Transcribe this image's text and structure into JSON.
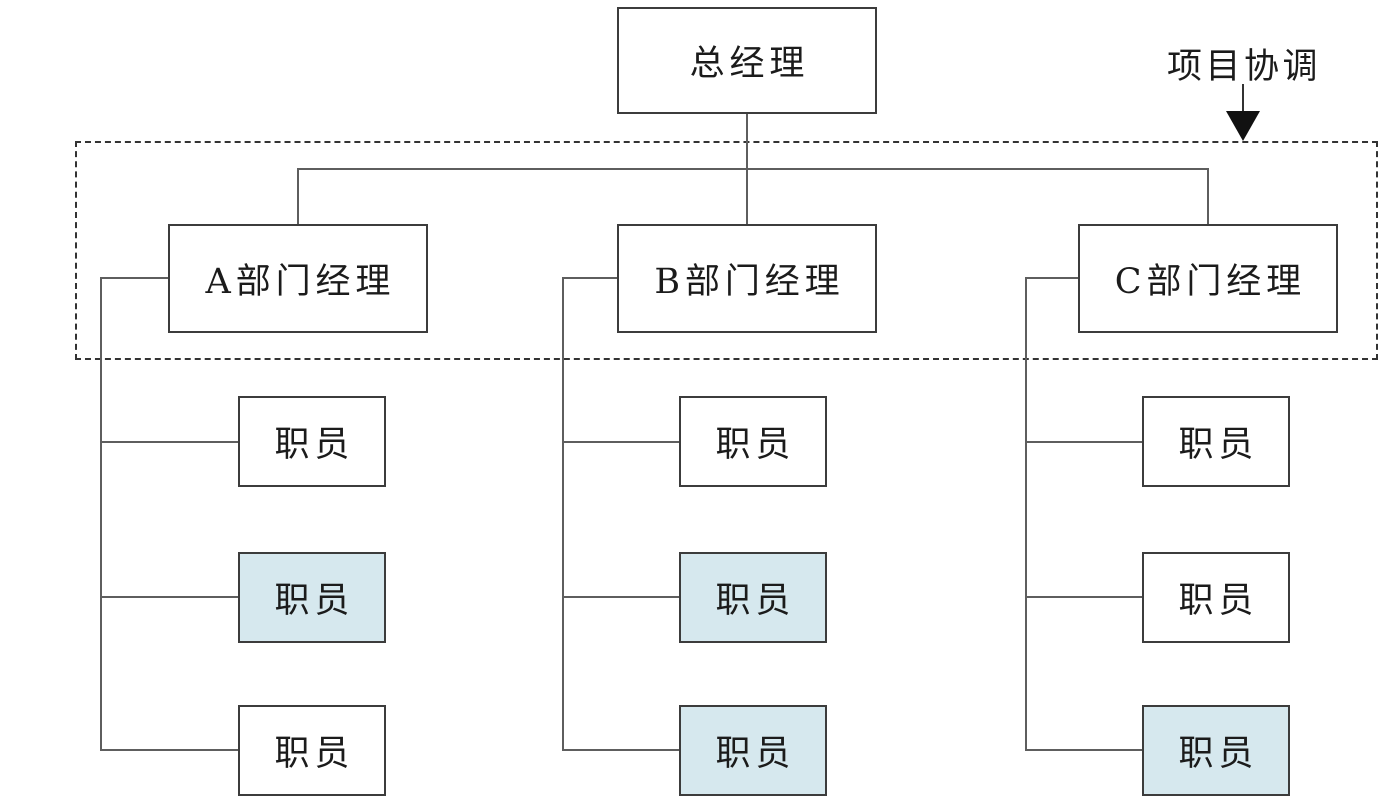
{
  "diagram": {
    "type": "org-chart",
    "note_label": "项目协调",
    "root": {
      "label": "总经理"
    },
    "departments": [
      {
        "label": "A部门经理",
        "staff": [
          {
            "label": "职员",
            "highlighted": false
          },
          {
            "label": "职员",
            "highlighted": true
          },
          {
            "label": "职员",
            "highlighted": false
          }
        ]
      },
      {
        "label": "B部门经理",
        "staff": [
          {
            "label": "职员",
            "highlighted": false
          },
          {
            "label": "职员",
            "highlighted": true
          },
          {
            "label": "职员",
            "highlighted": true
          }
        ]
      },
      {
        "label": "C部门经理",
        "staff": [
          {
            "label": "职员",
            "highlighted": false
          },
          {
            "label": "职员",
            "highlighted": false
          },
          {
            "label": "职员",
            "highlighted": true
          }
        ]
      }
    ],
    "colors": {
      "highlight_fill": "#d6e8ee",
      "box_border": "#3c3c3c",
      "line": "#5e5e5e",
      "dash": "#333333",
      "bg": "#ffffff"
    }
  }
}
